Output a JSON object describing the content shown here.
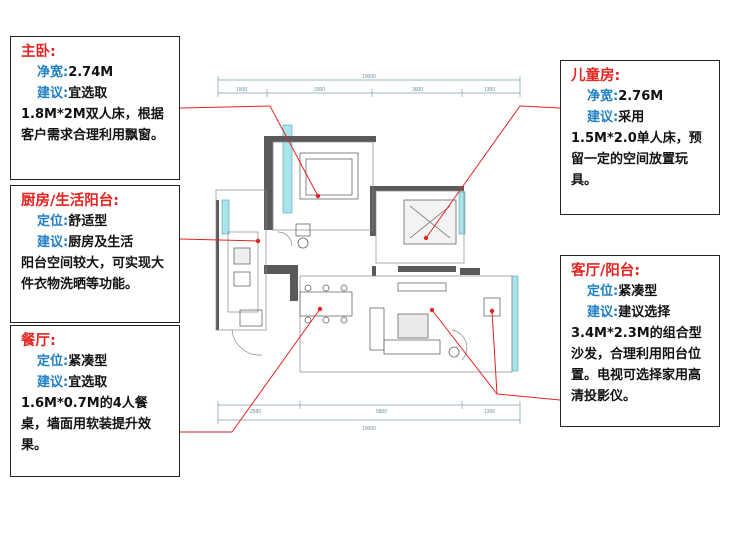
{
  "plan": {
    "top_dims": [
      "10000",
      "1500",
      "3300",
      "3600",
      "1300"
    ],
    "bottom_dims": [
      "2580",
      "5800",
      "1300",
      "10000"
    ]
  },
  "boxes": {
    "master": {
      "title": "主卧:",
      "k1": "净宽:",
      "v1": "2.74M",
      "k2": "建议:",
      "v2": "宜选取",
      "cont": "1.8M*2M双人床，根据客户需求合理利用飘窗。"
    },
    "kitchen": {
      "title": "厨房/生活阳台:",
      "k1": "定位:",
      "v1": "舒适型",
      "k2": "建议:",
      "v2": "厨房及生活",
      "cont": "阳台空间较大，可实现大件衣物洗晒等功能。"
    },
    "dining": {
      "title": "餐厅:",
      "k1": "定位:",
      "v1": "紧凑型",
      "k2": "建议:",
      "v2": "宜选取",
      "cont": "1.6M*0.7M的4人餐桌，墙面用软装提升效果。"
    },
    "child": {
      "title": "儿童房:",
      "k1": "净宽:",
      "v1": "2.76M",
      "k2": "建议:",
      "v2": "采用",
      "cont": "1.5M*2.0单人床，预留一定的空间放置玩具。"
    },
    "living": {
      "title": "客厅/阳台:",
      "k1": "定位:",
      "v1": "紧凑型",
      "k2": "建议:",
      "v2": "建议选择",
      "cont": "3.4M*2.3M的组合型沙发，合理利用阳台位置。电视可选择家用高清投影仪。"
    }
  },
  "colors": {
    "accent_red": "#e52521",
    "label_blue": "#1f7fc4",
    "wall": "#555555",
    "balcony": "#a9e4ea"
  }
}
